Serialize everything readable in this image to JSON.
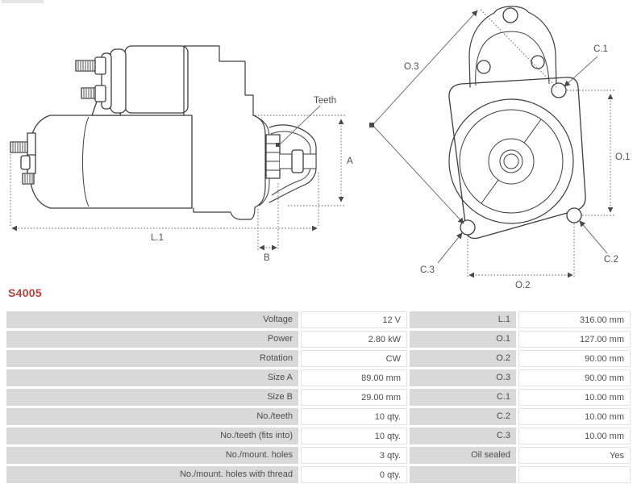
{
  "part_number": "S4005",
  "accent_color": "#b0453e",
  "diagram": {
    "side_view": {
      "labels": {
        "teeth": "Teeth",
        "a": "A",
        "l1": "L.1",
        "b": "B"
      }
    },
    "front_view": {
      "labels": {
        "o3": "O.3",
        "c1": "C.1",
        "o1": "O.1",
        "c3": "C.3",
        "o2": "O.2",
        "c2": "C.2"
      }
    }
  },
  "spec_table": {
    "rows": [
      {
        "label1": "Voltage",
        "value1": "12 V",
        "label2": "L.1",
        "value2": "316.00 mm"
      },
      {
        "label1": "Power",
        "value1": "2.80 kW",
        "label2": "O.1",
        "value2": "127.00 mm"
      },
      {
        "label1": "Rotation",
        "value1": "CW",
        "label2": "O.2",
        "value2": "90.00 mm"
      },
      {
        "label1": "Size A",
        "value1": "89.00 mm",
        "label2": "O.3",
        "value2": "90.00 mm"
      },
      {
        "label1": "Size B",
        "value1": "29.00 mm",
        "label2": "C.1",
        "value2": "10.00 mm"
      },
      {
        "label1": "No./teeth",
        "value1": "10 qty.",
        "label2": "C.2",
        "value2": "10.00 mm"
      },
      {
        "label1": "No./teeth (fits into)",
        "value1": "10 qty.",
        "label2": "C.3",
        "value2": "10.00 mm"
      },
      {
        "label1": "No./mount. holes",
        "value1": "3 qty.",
        "label2": "Oil sealed",
        "value2": "Yes"
      },
      {
        "label1": "No./mount. holes with thread",
        "value1": "0 qty.",
        "label2": "",
        "value2": ""
      }
    ]
  }
}
